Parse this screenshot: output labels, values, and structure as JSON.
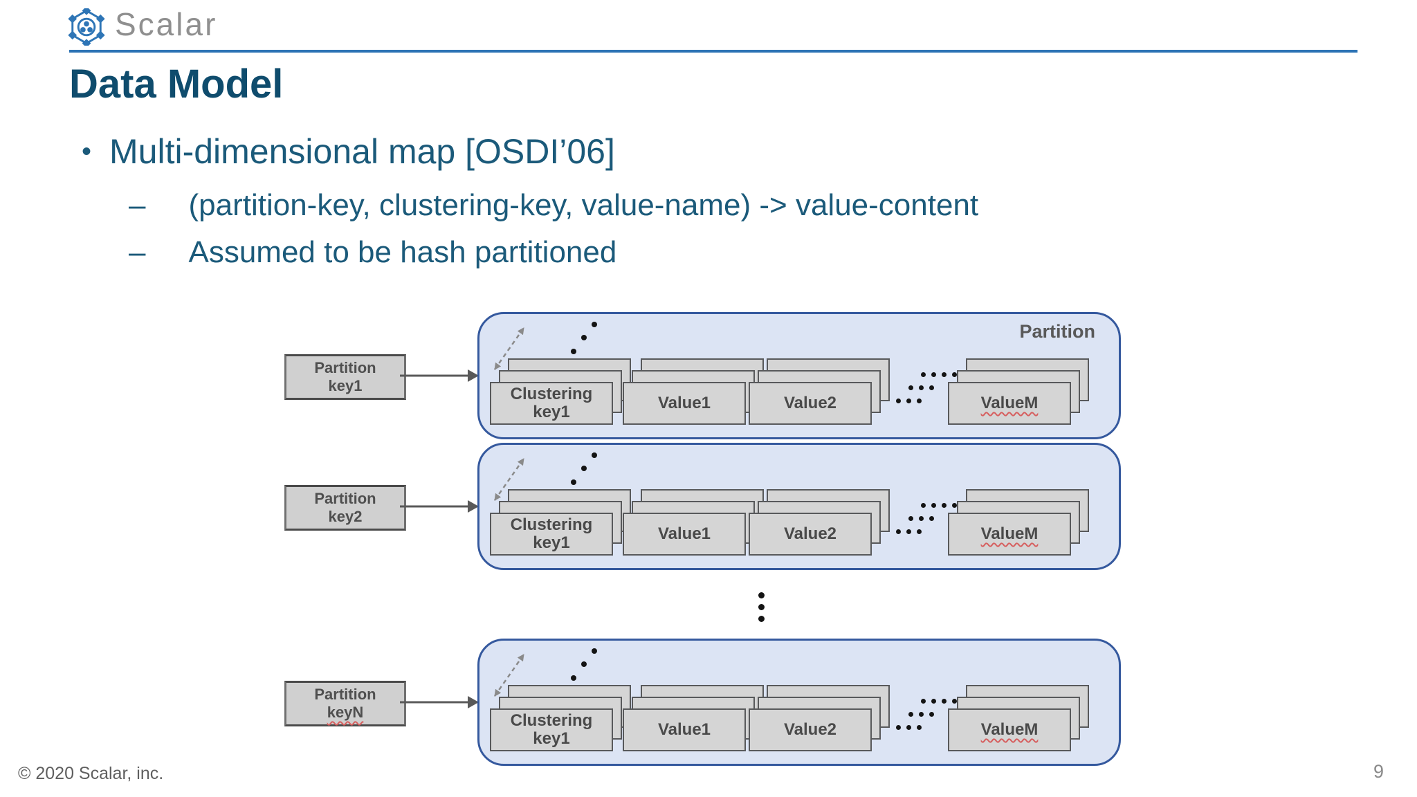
{
  "colors": {
    "accent_blue": "#2c73b5",
    "title_teal": "#0f4c6d",
    "body_teal": "#1b5a7a",
    "container_fill": "#dce4f4",
    "container_border": "#35599e",
    "card_fill": "#d5d5d5",
    "card_border": "#58595b",
    "label_gray": "#595959",
    "squiggle_red": "#d65f5f"
  },
  "icons": {
    "logo": "scalar-hexagon-network-icon",
    "right_arrow": "right-arrow-icon",
    "dashed_arrow": "diagonal-dashed-double-arrow-icon",
    "diagonal_dots": "diagonal-ellipsis-icon",
    "vertical_dots": "vertical-ellipsis-icon"
  },
  "header": {
    "logo_text": "Scalar"
  },
  "title": "Data Model",
  "bullets": {
    "bullet_glyph": "•",
    "dash_glyph": "–",
    "main": "Multi-dimensional map [OSDI’06]",
    "sub1": "(partition-key, clustering-key, value-name) -> value-content",
    "sub2": "Assumed to be hash partitioned"
  },
  "diagram": {
    "partition_label": "Partition",
    "rows": [
      {
        "key": {
          "line1": "Partition",
          "line2": "key1"
        },
        "cards": {
          "clustering": {
            "line1": "Clustering",
            "line2": "key1"
          },
          "value1": "Value1",
          "value2": "Value2",
          "valueM": "ValueM"
        }
      },
      {
        "key": {
          "line1": "Partition",
          "line2": "key2"
        },
        "cards": {
          "clustering": {
            "line1": "Clustering",
            "line2": "key1"
          },
          "value1": "Value1",
          "value2": "Value2",
          "valueM": "ValueM"
        }
      },
      {
        "key": {
          "line1": "Partition",
          "line2": "keyN"
        },
        "cards": {
          "clustering": {
            "line1": "Clustering",
            "line2": "key1"
          },
          "value1": "Value1",
          "value2": "Value2",
          "valueM": "ValueM"
        }
      }
    ]
  },
  "footer": {
    "copyright": "© 2020 Scalar, inc.",
    "page_number": "9"
  }
}
